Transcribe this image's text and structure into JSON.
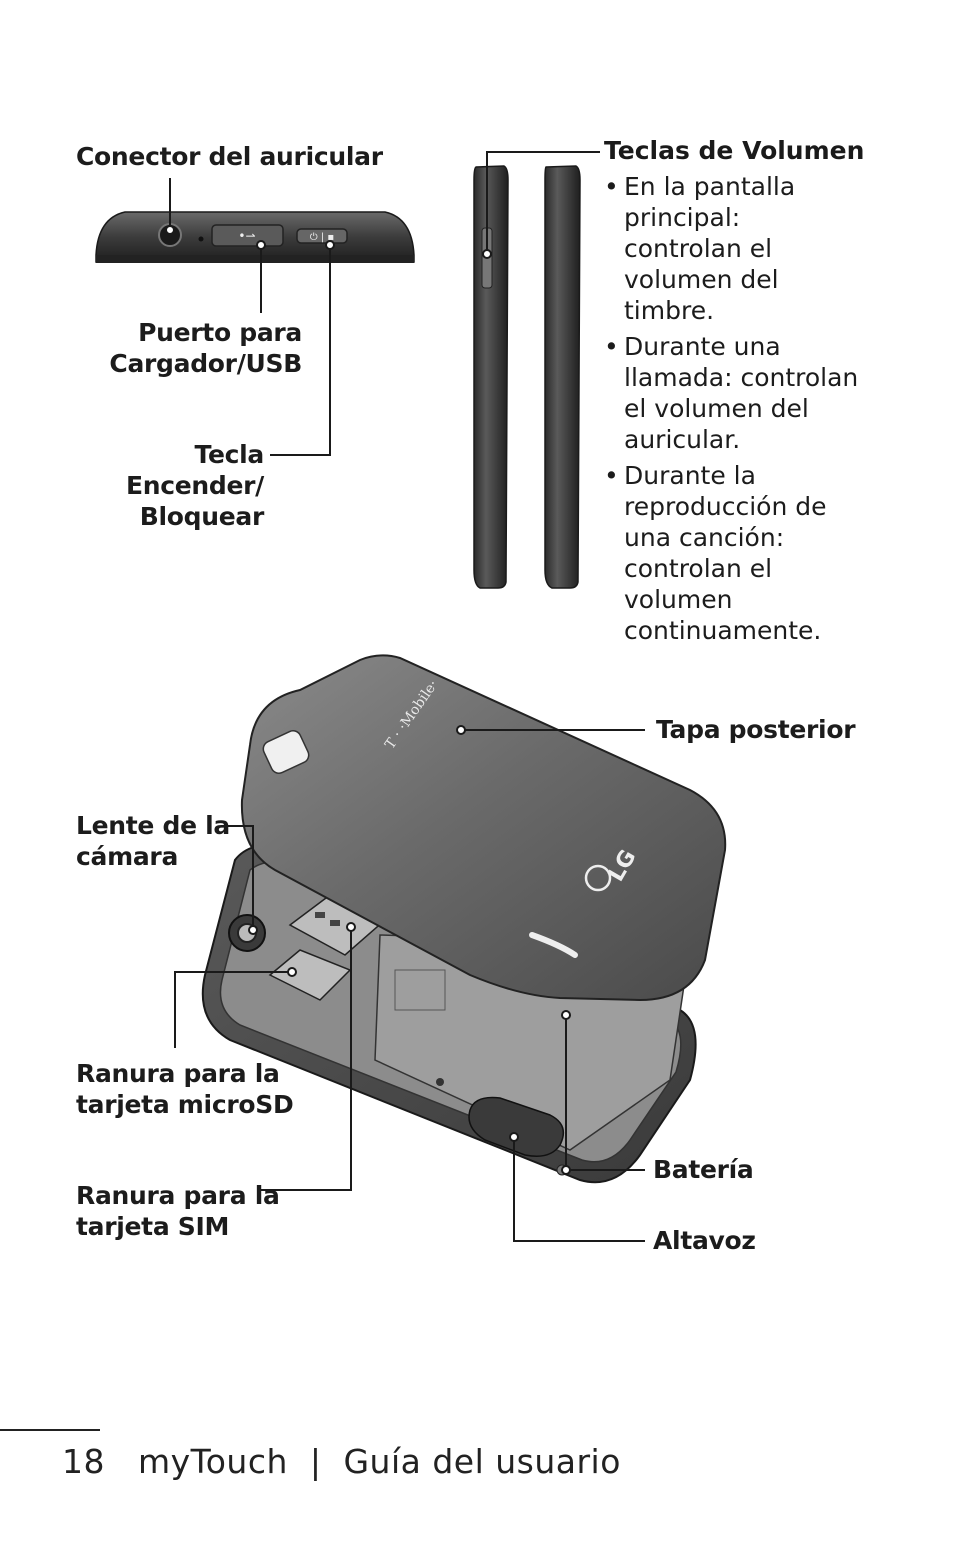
{
  "labels": {
    "headphone_jack": "Conector del auricular",
    "usb_port_line1": "Puerto para",
    "usb_port_line2": "Cargador/USB",
    "power_key_line1": "Tecla Encender/",
    "power_key_line2": "Bloquear",
    "back_cover": "Tapa posterior",
    "camera_lens_line1": "Lente de la",
    "camera_lens_line2": "cámara",
    "microsd_line1": "Ranura para la",
    "microsd_line2": "tarjeta microSD",
    "sim_line1": "Ranura para la",
    "sim_line2": "tarjeta SIM",
    "battery": "Batería",
    "speaker": "Altavoz"
  },
  "volume": {
    "title": "Teclas de Volumen",
    "bullets": [
      "En la pantalla principal: controlan el volumen del timbre.",
      "Durante una llamada: controlan el volumen del auricular.",
      "Durante la reproducción de una canción: controlan el volumen continuamente."
    ]
  },
  "device_markings": {
    "carrier_logo": "T · ·Mobile·",
    "brand_logo": "LG"
  },
  "footer": {
    "page_number": "18",
    "title": "myTouch",
    "separator": "|",
    "subtitle": "Guía del usuario"
  },
  "colors": {
    "phone_body": "#4a4a4a",
    "phone_dark": "#2b2b2b",
    "leader_line": "#1a1a1a"
  }
}
